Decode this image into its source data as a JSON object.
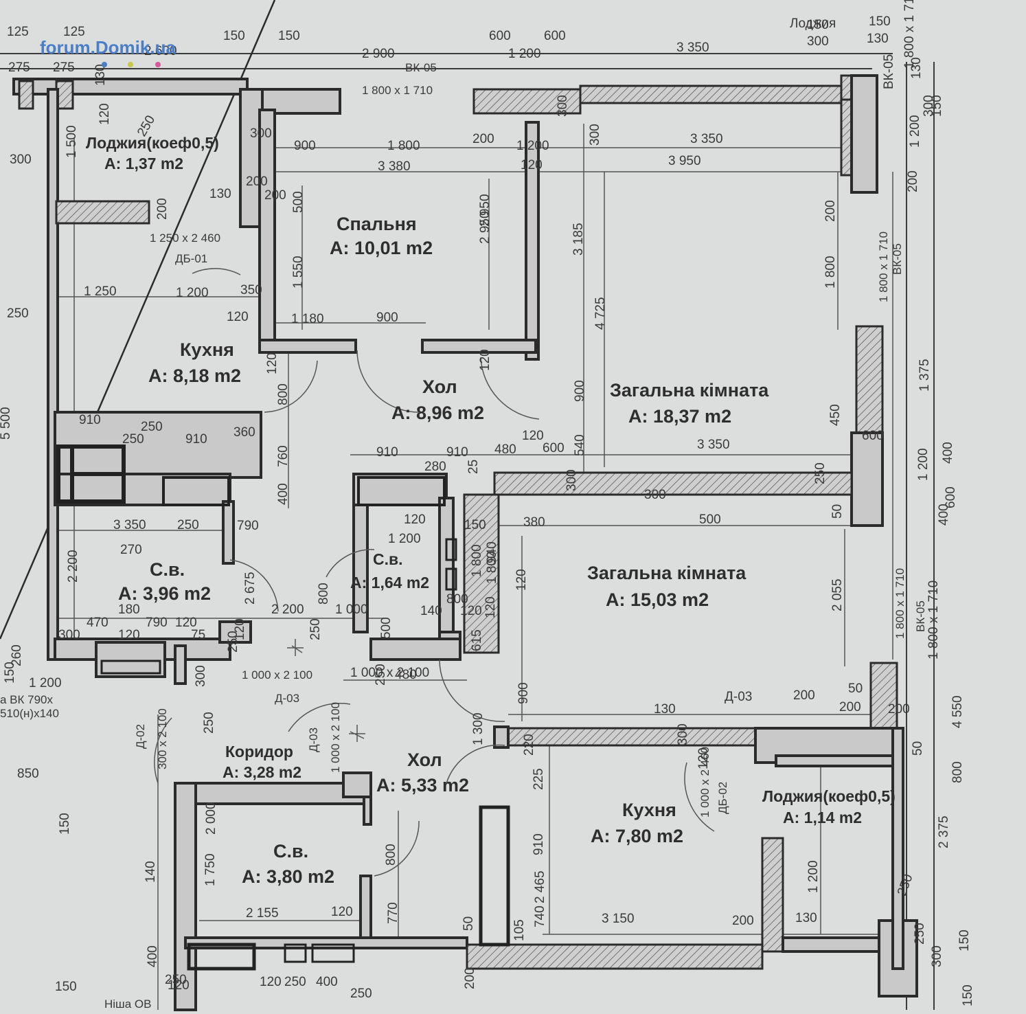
{
  "watermark": "forum.Domik.ua",
  "rooms": [
    {
      "id": "loggia-top",
      "name": "Лоджия(коеф0,5)",
      "area": "A: 1,37 m2"
    },
    {
      "id": "bedroom",
      "name": "Спальня",
      "area": "A: 10,01 m2"
    },
    {
      "id": "kitchen-top",
      "name": "Кухня",
      "area": "A: 8,18 m2"
    },
    {
      "id": "hall-top",
      "name": "Хол",
      "area": "A: 8,96 m2"
    },
    {
      "id": "living-top",
      "name": "Загальна кімната",
      "area": "A: 18,37 m2"
    },
    {
      "id": "bath-left",
      "name": "С.в.",
      "area": "A: 3,96 m2"
    },
    {
      "id": "bath-small",
      "name": "С.в.",
      "area": "A: 1,64 m2"
    },
    {
      "id": "living-bottom",
      "name": "Загальна кімната",
      "area": "A: 15,03 m2"
    },
    {
      "id": "corridor",
      "name": "Коридор",
      "area": "A: 3,28 m2"
    },
    {
      "id": "hall-bottom",
      "name": "Хол",
      "area": "A: 5,33 m2"
    },
    {
      "id": "kitchen-bottom",
      "name": "Кухня",
      "area": "A: 7,80 m2"
    },
    {
      "id": "loggia-bottom",
      "name": "Лоджия(коеф0,5)",
      "area": "A: 1,14 m2"
    },
    {
      "id": "bath-bottom",
      "name": "С.в.",
      "area": "A: 3,80 m2"
    }
  ],
  "codes": {
    "vk05_top": "ВК-05",
    "vk05_top_size": "1 800 x 1 710",
    "db01": "ДБ-01",
    "db01_size": "1 250 x 2 460",
    "vk05_right_top": "ВК-05",
    "vk05_right_top_size": "1 800 x 1 710",
    "vk05_right_bottom": "ВК-05",
    "vk05_right_bottom_size": "1 800 x 1 710",
    "d03_a": "Д-03",
    "d03_a_size": "1 000 x 2 100",
    "d03_b": "Д-03",
    "d03_b_size": "1 000 x 2 100",
    "d02_left": "Д-02",
    "d02_left_size": "300 x 2 100",
    "db02": "ДБ-02",
    "db02_size": "1 000 x 2 460",
    "vk_left": "а ВК 790х",
    "vk_left_2": "510(н)х140",
    "nisha": "Ніша ОВ"
  },
  "dimensions": [
    "125",
    "125",
    "2 600",
    "150",
    "150",
    "2 900",
    "600",
    "600",
    "1 200",
    "3 350",
    "150",
    "150",
    "300",
    "130",
    "275",
    "275",
    "ВК-05",
    "1 800 x 1 710",
    "130",
    "120",
    "250",
    "130",
    "300",
    "1 200",
    "150",
    "1 500",
    "Лоджия",
    "300",
    "900",
    "1 800",
    "200",
    "1 200",
    "300",
    "3 350",
    "300",
    "300",
    "3 380",
    "120",
    "3 950",
    "200",
    "130",
    "200",
    "200",
    "200",
    "500",
    "2 950",
    "3 185",
    "200",
    "1 250 x 2 460",
    "ДБ-01",
    "1 550",
    "1 800",
    "4 725",
    "1 800 x 1 710",
    "ВК-05",
    "250",
    "1 250",
    "1 200",
    "350",
    "120",
    "1 180",
    "900",
    "2 950",
    "120",
    "120",
    "1 375",
    "800",
    "900",
    "5 500",
    "910",
    "250",
    "250",
    "910",
    "360",
    "760",
    "120",
    "600",
    "540",
    "450",
    "3 350",
    "300",
    "400",
    "910",
    "910",
    "280",
    "480",
    "25",
    "250",
    "1 200",
    "400",
    "600",
    "400",
    "600",
    "300",
    "50",
    "500",
    "3 350",
    "250",
    "790",
    "120",
    "150",
    "380",
    "1 200",
    "940",
    "270",
    "2 200",
    "1 800",
    "120",
    "2 055",
    "1 800",
    "270",
    "1 800 x 1 710",
    "2 675",
    "800",
    "800",
    "140",
    "120",
    "120",
    "615",
    "180",
    "2 200",
    "1 000",
    "500",
    "300",
    "470",
    "120",
    "790",
    "120",
    "75",
    "120",
    "250",
    "250",
    "120",
    "1 000 x 2 100",
    "250",
    "480",
    "1 200",
    "260",
    "300",
    "900",
    "50",
    "Д-03",
    "200",
    "200",
    "200",
    "130",
    "4 550",
    "150",
    "250",
    "1 300",
    "220",
    "50",
    "300",
    "120",
    "225",
    "800",
    "150",
    "850",
    "140",
    "2 000",
    "1 750",
    "800",
    "910",
    "2 465",
    "2 375",
    "1 200",
    "250",
    "770",
    "740",
    "105",
    "2 155",
    "120",
    "50",
    "3 150",
    "200",
    "130",
    "250",
    "150",
    "400",
    "300",
    "150",
    "120",
    "250",
    "120",
    "250",
    "400",
    "200",
    "250",
    "150"
  ]
}
